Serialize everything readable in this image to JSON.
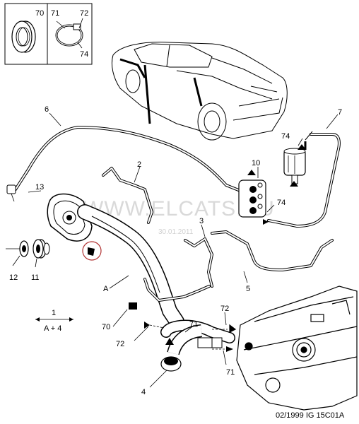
{
  "watermark": {
    "site": "WWW.ELCATS.RU",
    "date": "30.01.2011"
  },
  "inset": {
    "box1_number": "70",
    "box2_numbers": [
      "71",
      "72",
      "74"
    ]
  },
  "callouts": {
    "c1": "1",
    "c2": "2",
    "c3": "3",
    "c4": "4",
    "c5": "5",
    "c6": "6",
    "c7": "7",
    "c10": "10",
    "c11": "11",
    "c12": "12",
    "c13": "13",
    "cA": "A",
    "c70": "70",
    "c71a": "71",
    "c71b": "71",
    "c72a": "72",
    "c72b": "72",
    "c74a": "74",
    "c74b": "74"
  },
  "legend": {
    "top": "1",
    "bottom": "A + 4"
  },
  "footer": "02/1999 IG 15C01A"
}
